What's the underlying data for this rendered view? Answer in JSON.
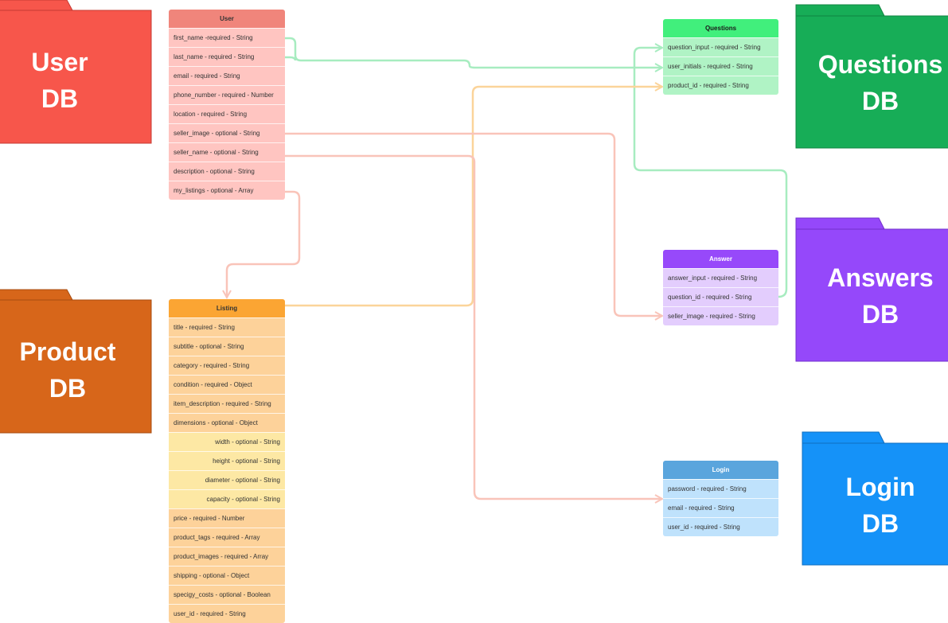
{
  "folders": [
    {
      "id": "user",
      "line1": "User",
      "line2": "DB",
      "color": "#f7564b",
      "stroke": "#c63b33"
    },
    {
      "id": "product",
      "line1": "Product",
      "line2": "DB",
      "color": "#d7661a",
      "stroke": "#a74c10"
    },
    {
      "id": "questions",
      "line1": "Questions",
      "line2": "DB",
      "color": "#17ad57",
      "stroke": "#0f8541"
    },
    {
      "id": "answers",
      "line1": "Answers",
      "line2": "DB",
      "color": "#9548fa",
      "stroke": "#7230cc"
    },
    {
      "id": "login",
      "line1": "Login",
      "line2": "DB",
      "color": "#1592f8",
      "stroke": "#0f6fc0"
    }
  ],
  "tables": {
    "user": {
      "title": "User",
      "header_color": "#f0857b",
      "header_text_color": "#333333",
      "row_color": "#ffc5c1",
      "rows": [
        {
          "text": "first_name -required - String"
        },
        {
          "text": "last_name - required - String"
        },
        {
          "text": "email - required - String"
        },
        {
          "text": "phone_number - required - Number"
        },
        {
          "text": "location - required - String"
        },
        {
          "text": "seller_image - optional - String"
        },
        {
          "text": "seller_name - optional - String"
        },
        {
          "text": "description - optional - String"
        },
        {
          "text": "my_listings - optional - Array"
        }
      ]
    },
    "listing": {
      "title": "Listing",
      "header_color": "#fba533",
      "header_text_color": "#333333",
      "row_color": "#fdd29a",
      "sub_row_color": "#fde8a4",
      "rows": [
        {
          "text": "title - required - String"
        },
        {
          "text": "subtitle - optional - String"
        },
        {
          "text": "category - required - String"
        },
        {
          "text": "condition - required - Object"
        },
        {
          "text": "item_description - required - String"
        },
        {
          "text": "dimensions - optional - Object"
        },
        {
          "text": "width - optional - String",
          "sub": true
        },
        {
          "text": "height - optional - String",
          "sub": true
        },
        {
          "text": "diameter - optional - String",
          "sub": true
        },
        {
          "text": "capacity - optional - String",
          "sub": true
        },
        {
          "text": "price - required - Number"
        },
        {
          "text": "product_tags - required - Array"
        },
        {
          "text": "product_images - required - Array"
        },
        {
          "text": "shipping - optional - Object"
        },
        {
          "text": "specigy_costs - optional - Boolean"
        },
        {
          "text": "user_id - required - String"
        }
      ]
    },
    "questions": {
      "title": "Questions",
      "header_color": "#41ef7c",
      "header_text_color": "#1a1a1a",
      "row_color": "#b0f3c5",
      "rows": [
        {
          "text": "question_input - required - String"
        },
        {
          "text": "user_initials - required - String"
        },
        {
          "text": "product_id - required - String"
        }
      ]
    },
    "answer": {
      "title": "Answer",
      "header_color": "#9749fa",
      "header_text_color": "#ffffff",
      "row_color": "#e3cdfd",
      "rows": [
        {
          "text": "answer_input - required - String"
        },
        {
          "text": "question_id - required - String"
        },
        {
          "text": "seller_image - required - String"
        }
      ]
    },
    "login": {
      "title": "Login",
      "header_color": "#5aa5dd",
      "header_text_color": "#ffffff",
      "row_color": "#bfe2fc",
      "rows": [
        {
          "text": "password - required - String"
        },
        {
          "text": "email - required - String"
        },
        {
          "text": "user_id - required - String"
        }
      ]
    }
  },
  "connector_colors": {
    "green": "#a7ecc0",
    "orange": "#fbd49a",
    "pink": "#f9c4b9"
  }
}
